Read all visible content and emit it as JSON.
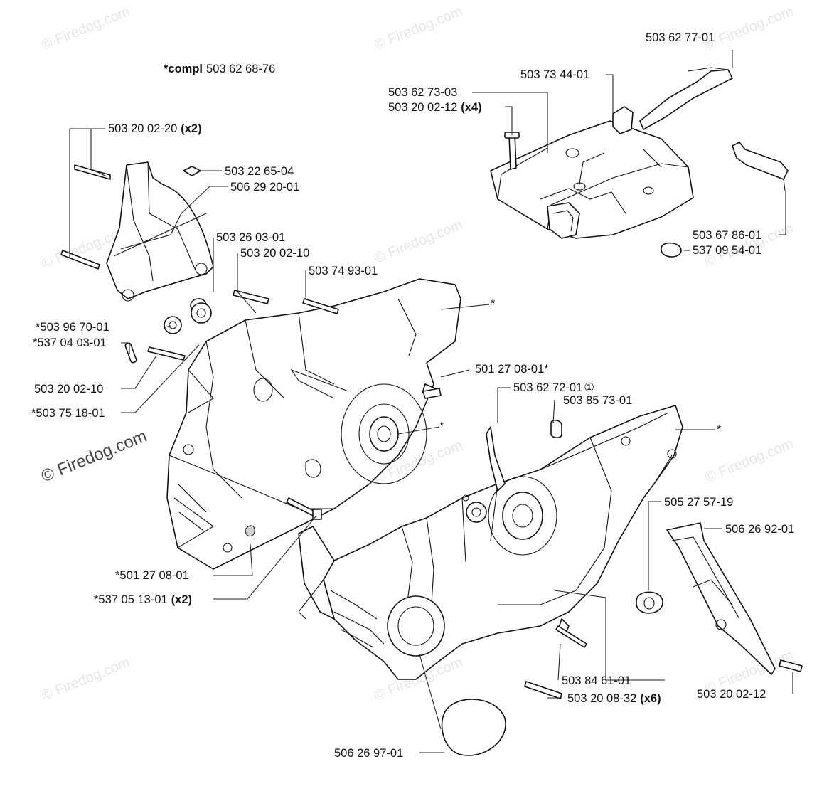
{
  "watermark": {
    "text": "© Firedog.com"
  },
  "header": {
    "compl_prefix": "*compl",
    "compl_number": "503 62 68-76"
  },
  "parts": {
    "p1": {
      "number": "503 62 77-01",
      "suffix": ""
    },
    "p2": {
      "number": "503 73 44-01",
      "suffix": ""
    },
    "p3": {
      "number": "503 62 73-03",
      "suffix": ""
    },
    "p4": {
      "number": "503 20 02-12",
      "suffix": "(x4)"
    },
    "p5": {
      "number": "503 20 02-20",
      "suffix": "(x2)"
    },
    "p6": {
      "number": "503 22 65-04",
      "suffix": ""
    },
    "p7": {
      "number": "506 29 20-01",
      "suffix": ""
    },
    "p8": {
      "number": "503 26 03-01",
      "suffix": ""
    },
    "p9": {
      "number": "503 20 02-10",
      "suffix": ""
    },
    "p10": {
      "number": "503 74 93-01",
      "suffix": ""
    },
    "p11": {
      "number": "503 67 86-01",
      "suffix": ""
    },
    "p12": {
      "number": "537 09 54-01",
      "suffix": ""
    },
    "p13": {
      "number": "*503 96 70-01",
      "suffix": ""
    },
    "p14": {
      "number": "*537 04 03-01",
      "suffix": ""
    },
    "p15": {
      "number": "503 20 02-10",
      "suffix": ""
    },
    "p16": {
      "number": "*503 75 18-01",
      "suffix": ""
    },
    "p17": {
      "number": "501 27 08-01*",
      "suffix": ""
    },
    "p18": {
      "number": "503 62 72-01",
      "suffix": "①"
    },
    "p19": {
      "number": "503 85 73-01",
      "suffix": ""
    },
    "p20": {
      "number": "505 27 57-19",
      "suffix": ""
    },
    "p21": {
      "number": "506 26 92-01",
      "suffix": ""
    },
    "p22": {
      "number": "*501 27 08-01",
      "suffix": ""
    },
    "p23": {
      "number": "*537 05 13-01",
      "suffix": "(x2)"
    },
    "p24": {
      "number": "503 84 61-01",
      "suffix": ""
    },
    "p25": {
      "number": "503 20 08-32",
      "suffix": "(x6)"
    },
    "p26": {
      "number": "503 20 02-12",
      "suffix": ""
    },
    "p27": {
      "number": "506 26 97-01",
      "suffix": ""
    }
  },
  "asterisk_marks": [
    "*",
    "*",
    "*"
  ]
}
